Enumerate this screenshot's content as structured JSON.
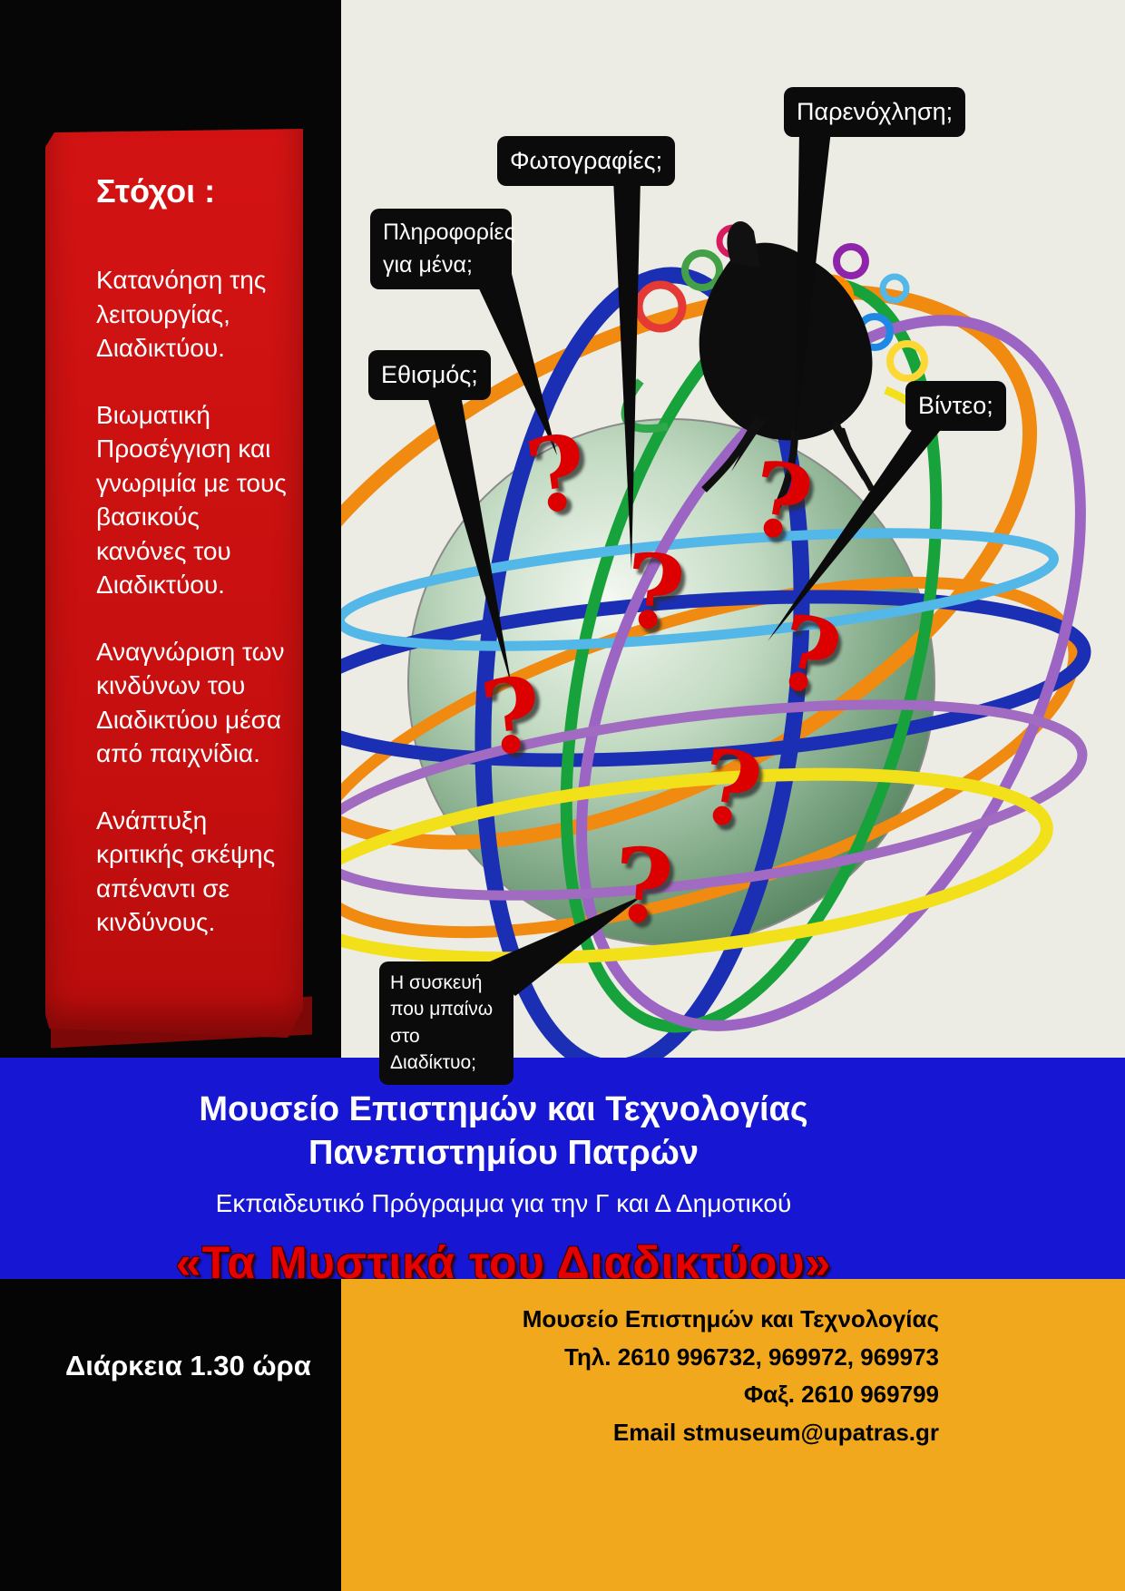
{
  "goals": {
    "title": "Στόχοι :",
    "items": [
      "Κατανόηση της λειτουργίας, Διαδικτύου.",
      "Βιωματική Προσέγγιση και γνωριμία με τους βασικούς κανόνες του Διαδικτύου.",
      "Αναγνώριση των  κινδύνων του Διαδικτύου μέσα από παιχνίδια.",
      "Ανάπτυξη κριτικής σκέψης απέναντι σε κινδύνους."
    ]
  },
  "callouts": {
    "harassment": "Παρενόχληση;",
    "photos": "Φωτογραφίες;",
    "personal_info": "Πληροφορίες για μένα;",
    "addiction": "Εθισμός;",
    "video": "Βίντεο;",
    "device": "Η συσκευή που μπαίνω  στο Διαδίκτυο;"
  },
  "globe": {
    "question_mark": "?"
  },
  "banner": {
    "museum_line1": "Μουσείο  Επιστημών και Τεχνολογίας",
    "museum_line2": "Πανεπιστημίου Πατρών",
    "program": "Εκπαιδευτικό Πρόγραμμα για την Γ και Δ Δημοτικού",
    "title": "«Τα Μυστικά του Διαδικτύου»"
  },
  "footer": {
    "duration": "Διάρκεια  1.30 ώρα",
    "contact": [
      "Μουσείο Επιστημών και Τεχνολογίας",
      "Τηλ. 2610 996732, 969972, 969973",
      "Φαξ. 2610 969799",
      "Email stmuseum@upatras.gr"
    ]
  },
  "colors": {
    "ribbon_red": "#C91111",
    "band_blue": "#1716D2",
    "panel_orange": "#F2A81D",
    "title_red": "#E60000",
    "callout_black": "#0B0B0B",
    "question_red": "#DD0000",
    "globe_green": "#5E8F68"
  }
}
